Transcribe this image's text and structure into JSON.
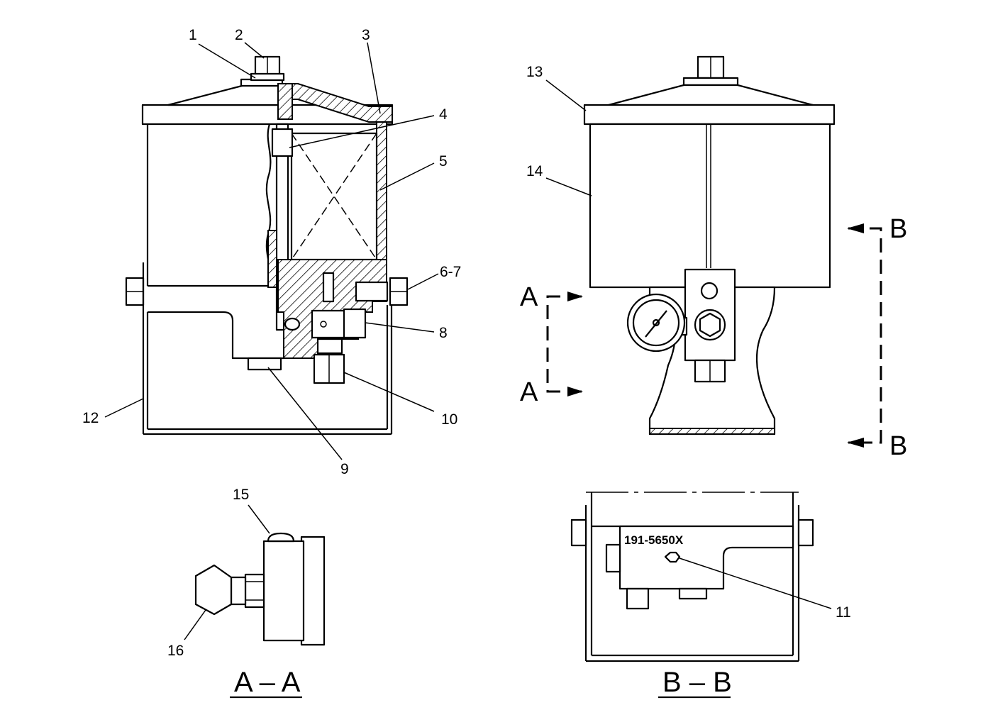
{
  "callouts": {
    "c1": "1",
    "c2": "2",
    "c3": "3",
    "c4": "4",
    "c5": "5",
    "c6_7": "6-7",
    "c8": "8",
    "c9": "9",
    "c10": "10",
    "c11": "11",
    "c12": "12",
    "c13": "13",
    "c14": "14",
    "c15": "15",
    "c16": "16"
  },
  "section_markers": {
    "a_upper": "A",
    "a_lower": "A",
    "b_upper": "B",
    "b_lower": "B"
  },
  "view_titles": {
    "section_a": "A – A",
    "section_b": "B – B"
  },
  "part_number": "191-5650X"
}
